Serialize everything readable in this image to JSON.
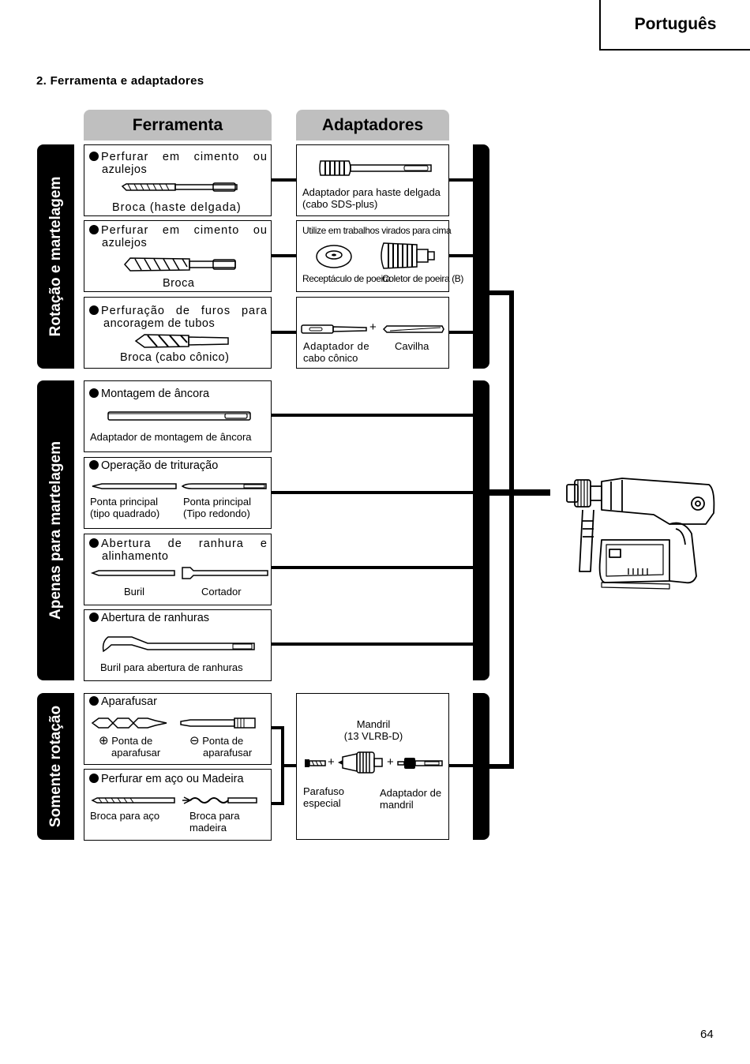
{
  "header": {
    "language": "Português"
  },
  "section_title": "2.  Ferramenta  e  adaptadores",
  "columns": {
    "tool": "Ferramenta",
    "adapters": "Adaptadores"
  },
  "groups": {
    "rotation_hammer": "Rotação e martelagem",
    "hammer_only": "Apenas para martelagem",
    "rotation_only": "Somente rotação"
  },
  "tools": [
    {
      "title": "Perfurar em cimento ou",
      "title2": "azulejos",
      "labels": [
        "Broca (haste delgada)"
      ]
    },
    {
      "title": "Perfurar em cimento ou",
      "title2": "azulejos",
      "labels": [
        "Broca"
      ]
    },
    {
      "title": "Perfuração de furos para",
      "title2": "ancoragem de tubos",
      "labels": [
        "Broca (cabo cônico)"
      ]
    },
    {
      "title": "Montagem de âncora",
      "labels": [
        "Adaptador de montagem de âncora"
      ]
    },
    {
      "title": "Operação de trituração",
      "labels": [
        "Ponta principal",
        "(tipo quadrado)",
        "Ponta principal",
        "(Tipo redondo)"
      ]
    },
    {
      "title": "Abertura de ranhura e",
      "title2": "alinhamento",
      "labels": [
        "Buril",
        "Cortador"
      ]
    },
    {
      "title": "Abertura de ranhuras",
      "labels": [
        "Buril para abertura de ranhuras"
      ]
    },
    {
      "title": "Aparafusar",
      "labels": [
        "Ponta de",
        "aparafusar",
        "Ponta de",
        "aparafusar"
      ]
    },
    {
      "title": "Perfurar em aço ou Madeira",
      "labels": [
        "Broca para aço",
        "Broca para",
        "madeira"
      ]
    }
  ],
  "adapters": [
    {
      "labels": [
        "Adaptador para haste delgada",
        "(cabo SDS-plus)"
      ]
    },
    {
      "note": "Utilize em trabalhos virados para cima",
      "labels": [
        "Receptáculo de poeira",
        "Coletor de poeira (B)"
      ]
    },
    {
      "labels": [
        "Adaptador de",
        "cabo cônico",
        "Cavilha"
      ]
    },
    {
      "title": "Mandril",
      "subtitle": "(13 VLRB-D)",
      "labels": [
        "Parafuso",
        "especial",
        "Adaptador de",
        "mandril"
      ]
    }
  ],
  "symbols": {
    "plus": "+",
    "phillips": "⊕",
    "slotted": "⊖"
  },
  "page_number": "64"
}
